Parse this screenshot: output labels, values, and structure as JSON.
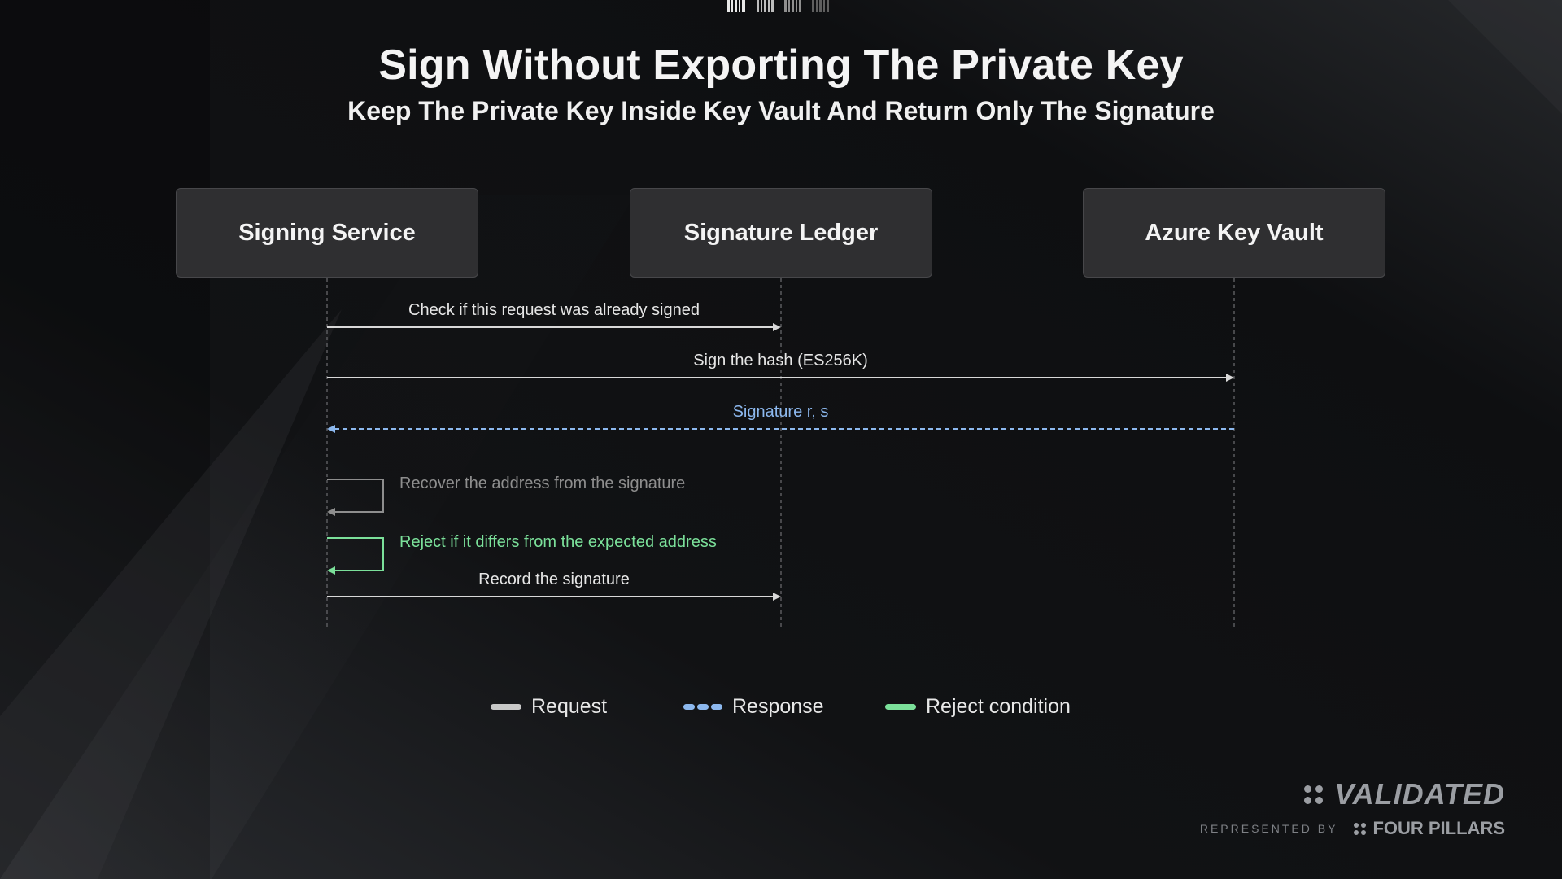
{
  "title": "Sign Without Exporting The Private Key",
  "subtitle": "Keep The Private Key Inside Key Vault And Return Only The Signature",
  "participants": [
    "Signing Service",
    "Signature Ledger",
    "Azure Key Vault"
  ],
  "messages": [
    {
      "from": 0,
      "to": 1,
      "label": "Check if this request was already signed",
      "kind": "request"
    },
    {
      "from": 0,
      "to": 2,
      "label": "Sign the hash (ES256K)",
      "kind": "request"
    },
    {
      "from": 2,
      "to": 0,
      "label": "Signature r, s",
      "kind": "response"
    },
    {
      "from": 0,
      "to": 0,
      "label": "Recover the address from the signature",
      "kind": "self"
    },
    {
      "from": 0,
      "to": 0,
      "label": "Reject if it differs from the expected address",
      "kind": "reject"
    },
    {
      "from": 0,
      "to": 1,
      "label": "Record the signature",
      "kind": "request"
    }
  ],
  "legend": {
    "request": "Request",
    "response": "Response",
    "reject": "Reject condition"
  },
  "colors": {
    "request": "#d8d8d8",
    "response": "#8cb8ee",
    "self": "#8e8e8e",
    "reject": "#7be09a"
  },
  "brand": {
    "name": "VALIDATED",
    "represented_by": "REPRESENTED BY",
    "partner": "FOUR PILLARS"
  }
}
